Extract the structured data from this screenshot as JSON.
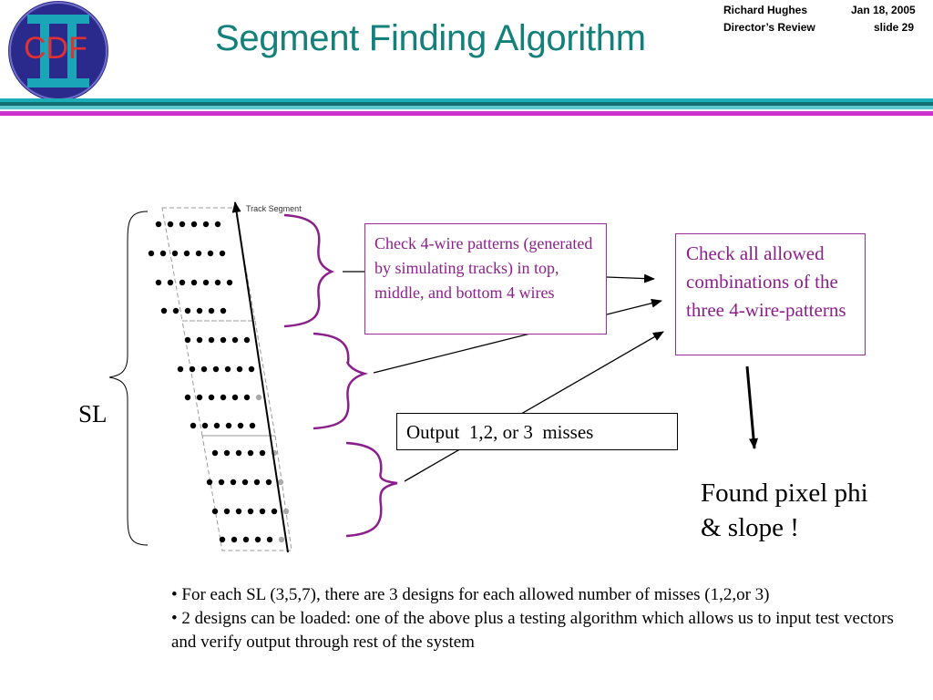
{
  "header": {
    "title": "Segment Finding Algorithm",
    "author": "Richard Hughes",
    "date": "Jan 18, 2005",
    "event": "Director’s  Review",
    "slide": "slide 29"
  },
  "logo": {
    "text": "CDF"
  },
  "colors": {
    "title": "#13807a",
    "box_text": "#8b1f8b",
    "band_teal": "#1aaeb8",
    "band_magenta": "#cc33cc",
    "brace": "#8b1f8b"
  },
  "diagram": {
    "track_label": "Track Segment",
    "sl_label": "SL",
    "box_patterns": "Check 4-wire patterns (generated by simulating tracks) in top, middle, and bottom 4 wires",
    "box_combinations": "Check all allowed combinations of the three 4-wire-patterns",
    "box_output": "Output  1,2, or 3  misses",
    "result": "Found pixel phi & slope !"
  },
  "bullets": [
    "• For each SL (3,5,7), there are 3 designs for each allowed number of misses (1,2,or 3)",
    "• 2 designs can be loaded: one of the above plus a testing algorithm which allows us to input test vectors and verify output through rest of the system"
  ]
}
